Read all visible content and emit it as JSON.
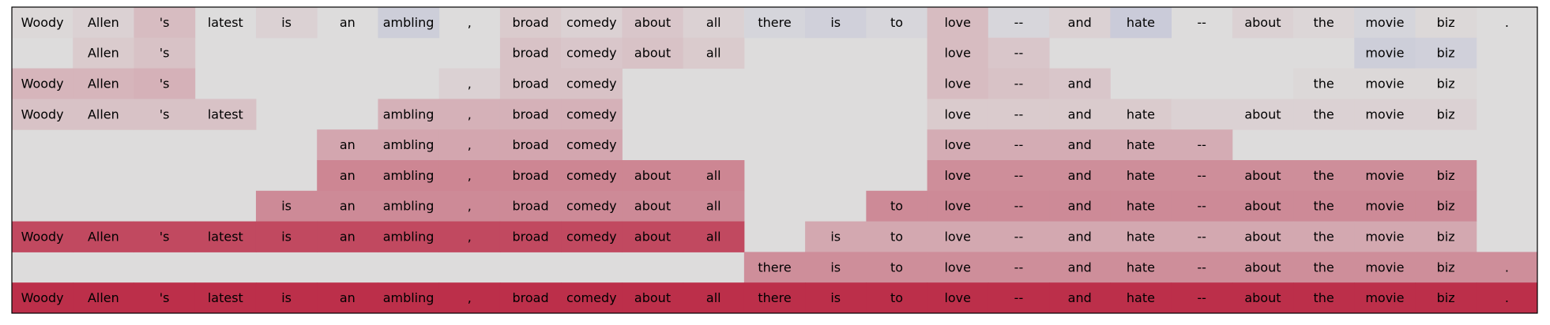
{
  "chart_data": {
    "type": "heatmap",
    "title": "",
    "xlabel": "",
    "ylabel": "",
    "grid": false,
    "legend": "none",
    "tokens": [
      "Woody",
      "Allen",
      "'s",
      "latest",
      "is",
      "an",
      "ambling",
      ",",
      "broad",
      "comedy",
      "about",
      "all",
      "there",
      "is",
      "to",
      "love",
      "--",
      "and",
      "hate",
      "--",
      "about",
      "the",
      "movie",
      "biz",
      "."
    ],
    "color_scale": {
      "type": "diverging",
      "min": -1,
      "max": 1,
      "negative_color": "#3b4cc0",
      "neutral_color": "#dddcdc",
      "positive_color": "#b40426"
    },
    "rows": [
      {
        "words": [
          "Woody",
          "Allen",
          "'s",
          "latest",
          "is",
          "an",
          "ambling",
          ",",
          "broad",
          "comedy",
          "about",
          "all",
          "there",
          "is",
          "to",
          "love",
          "--",
          "and",
          "hate",
          "--",
          "about",
          "the",
          "movie",
          "biz",
          "."
        ],
        "values": [
          0.02,
          0.05,
          0.15,
          0.0,
          0.05,
          0.0,
          -0.1,
          0.0,
          0.08,
          0.05,
          0.1,
          0.05,
          -0.05,
          -0.08,
          -0.04,
          0.15,
          -0.04,
          0.05,
          -0.12,
          0.0,
          0.05,
          0.03,
          -0.05,
          0.02,
          0.0
        ]
      },
      {
        "words": [
          "",
          "Allen",
          "'s",
          "",
          "",
          "",
          "",
          "",
          "broad",
          "comedy",
          "about",
          "all",
          "",
          "",
          "",
          "love",
          "--",
          "",
          "",
          "",
          "",
          "",
          "movie",
          "biz",
          ""
        ],
        "values": [
          0,
          0.08,
          0.12,
          0,
          0,
          0,
          0,
          0,
          0.12,
          0.1,
          0.12,
          0.08,
          0,
          0,
          0,
          0.15,
          0.1,
          0,
          0,
          0,
          0,
          0,
          -0.1,
          -0.08,
          0
        ]
      },
      {
        "words": [
          "Woody",
          "Allen",
          "'s",
          "",
          "",
          "",
          "",
          ",",
          "broad",
          "comedy",
          "",
          "",
          "",
          "",
          "",
          "love",
          "--",
          "and",
          "",
          "",
          "",
          "the",
          "movie",
          "biz",
          ""
        ],
        "values": [
          0.18,
          0.18,
          0.2,
          0,
          0,
          0,
          0,
          0.05,
          0.12,
          0.12,
          0,
          0,
          0,
          0,
          0,
          0.15,
          0.12,
          0.1,
          0,
          0,
          0,
          0.02,
          0.02,
          0.02,
          0
        ]
      },
      {
        "words": [
          "Woody",
          "Allen",
          "'s",
          "latest",
          "",
          "",
          "ambling",
          ",",
          "broad",
          "comedy",
          "",
          "",
          "",
          "",
          "",
          "love",
          "--",
          "and",
          "hate",
          "",
          "about",
          "the",
          "movie",
          "biz",
          ""
        ],
        "values": [
          0.12,
          0.12,
          0.12,
          0.12,
          0,
          0,
          0.2,
          0.2,
          0.2,
          0.2,
          0,
          0,
          0,
          0,
          0,
          0.08,
          0.08,
          0.08,
          0.08,
          0.05,
          0.05,
          0.05,
          0.05,
          0.05,
          0
        ]
      },
      {
        "words": [
          "",
          "",
          "",
          "",
          "",
          "an",
          "ambling",
          ",",
          "broad",
          "comedy",
          "",
          "",
          "",
          "",
          "",
          "love",
          "--",
          "and",
          "hate",
          "--",
          "",
          "",
          "",
          "",
          ""
        ],
        "values": [
          0,
          0,
          0,
          0,
          0,
          0.25,
          0.25,
          0.25,
          0.25,
          0.25,
          0,
          0,
          0,
          0,
          0,
          0.22,
          0.22,
          0.22,
          0.22,
          0.22,
          0,
          0,
          0,
          0,
          0
        ]
      },
      {
        "words": [
          "",
          "",
          "",
          "",
          "",
          "an",
          "ambling",
          ",",
          "broad",
          "comedy",
          "about",
          "all",
          "",
          "",
          "",
          "love",
          "--",
          "and",
          "hate",
          "--",
          "about",
          "the",
          "movie",
          "biz",
          ""
        ],
        "values": [
          0,
          0,
          0,
          0,
          0,
          0.4,
          0.4,
          0.4,
          0.4,
          0.4,
          0.4,
          0.4,
          0,
          0,
          0,
          0.36,
          0.36,
          0.36,
          0.36,
          0.36,
          0.36,
          0.36,
          0.36,
          0.36,
          0
        ]
      },
      {
        "words": [
          "",
          "",
          "",
          "",
          "is",
          "an",
          "ambling",
          ",",
          "broad",
          "comedy",
          "about",
          "all",
          "",
          "",
          "to",
          "love",
          "--",
          "and",
          "hate",
          "--",
          "about",
          "the",
          "movie",
          "biz",
          ""
        ],
        "values": [
          0,
          0,
          0,
          0,
          0.38,
          0.38,
          0.38,
          0.38,
          0.38,
          0.38,
          0.38,
          0.38,
          0,
          0,
          0.38,
          0.38,
          0.38,
          0.38,
          0.38,
          0.38,
          0.38,
          0.38,
          0.38,
          0.38,
          0
        ]
      },
      {
        "words": [
          "Woody",
          "Allen",
          "'s",
          "latest",
          "is",
          "an",
          "ambling",
          ",",
          "broad",
          "comedy",
          "about",
          "all",
          "",
          "is",
          "to",
          "love",
          "--",
          "and",
          "hate",
          "--",
          "about",
          "the",
          "movie",
          "biz",
          ""
        ],
        "values": [
          0.68,
          0.68,
          0.68,
          0.68,
          0.68,
          0.68,
          0.68,
          0.68,
          0.68,
          0.68,
          0.68,
          0.68,
          0,
          0.24,
          0.24,
          0.24,
          0.24,
          0.24,
          0.24,
          0.24,
          0.24,
          0.24,
          0.24,
          0.24,
          0
        ]
      },
      {
        "words": [
          "",
          "",
          "",
          "",
          "",
          "",
          "",
          "",
          "",
          "",
          "",
          "",
          "there",
          "is",
          "to",
          "love",
          "--",
          "and",
          "hate",
          "--",
          "about",
          "the",
          "movie",
          "biz",
          "."
        ],
        "values": [
          0,
          0,
          0,
          0,
          0,
          0,
          0,
          0,
          0,
          0,
          0,
          0,
          0.36,
          0.36,
          0.36,
          0.36,
          0.36,
          0.36,
          0.36,
          0.36,
          0.36,
          0.36,
          0.36,
          0.36,
          0.36
        ]
      },
      {
        "words": [
          "Woody",
          "Allen",
          "'s",
          "latest",
          "is",
          "an",
          "ambling",
          ",",
          "broad",
          "comedy",
          "about",
          "all",
          "there",
          "is",
          "to",
          "love",
          "--",
          "and",
          "hate",
          "--",
          "about",
          "the",
          "movie",
          "biz",
          "."
        ],
        "values": [
          0.8,
          0.8,
          0.8,
          0.8,
          0.8,
          0.8,
          0.8,
          0.8,
          0.8,
          0.8,
          0.8,
          0.8,
          0.8,
          0.8,
          0.8,
          0.8,
          0.8,
          0.8,
          0.8,
          0.8,
          0.8,
          0.8,
          0.8,
          0.8,
          0.8
        ]
      }
    ]
  }
}
